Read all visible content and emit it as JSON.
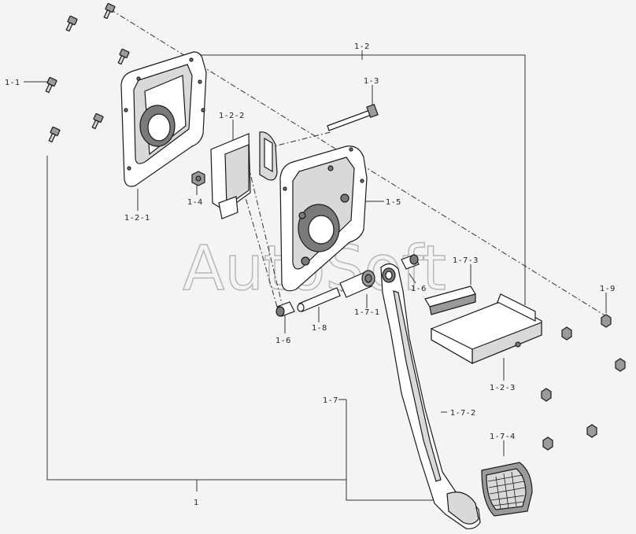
{
  "watermark": "AutoSoft",
  "labels": {
    "l_1": "1",
    "l_1_1": "1-1",
    "l_1_2": "1-2",
    "l_1_2_1": "1-2-1",
    "l_1_2_2": "1-2-2",
    "l_1_2_3": "1-2-3",
    "l_1_3": "1-3",
    "l_1_4": "1-4",
    "l_1_5": "1-5",
    "l_1_6a": "1-6",
    "l_1_6b": "1-6",
    "l_1_7": "1-7",
    "l_1_7_1": "1-7-1",
    "l_1_7_2": "1-7-2",
    "l_1_7_3": "1-7-3",
    "l_1_7_4": "1-7-4",
    "l_1_8": "1-8",
    "l_1_9": "1-9"
  }
}
